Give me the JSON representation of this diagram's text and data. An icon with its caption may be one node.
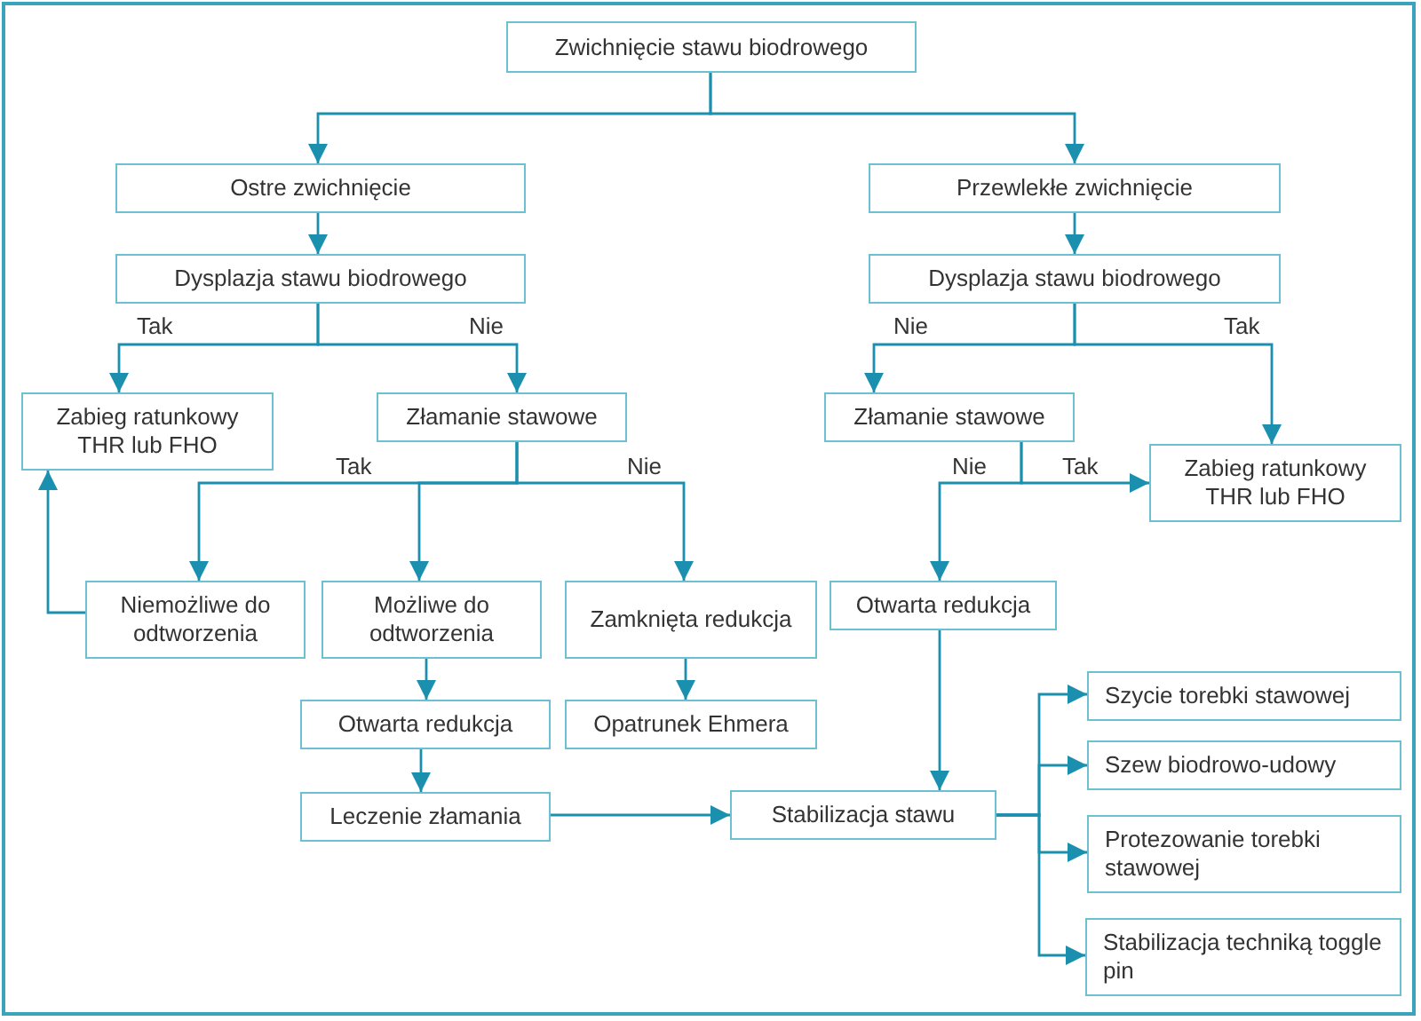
{
  "diagram": {
    "nodes": [
      {
        "text": [
          "Zwichnięcie stawu biodrowego"
        ]
      },
      {
        "text": [
          "Ostre zwichnięcie"
        ]
      },
      {
        "text": [
          "Przewlekłe zwichnięcie"
        ]
      },
      {
        "text": [
          "Dysplazja stawu biodrowego"
        ]
      },
      {
        "text": [
          "Dysplazja stawu biodrowego"
        ]
      },
      {
        "text": [
          "Zabieg ratunkowy THR lub FHO"
        ]
      },
      {
        "text": [
          "Złamanie stawowe"
        ]
      },
      {
        "text": [
          "Złamanie stawowe"
        ]
      },
      {
        "text": [
          "Zabieg ratunkowy THR lub FHO"
        ]
      },
      {
        "text": [
          "Niemożliwe do odtworzenia"
        ]
      },
      {
        "text": [
          "Możliwe do odtworzenia"
        ]
      },
      {
        "text": [
          "Zamknięta redukcja"
        ]
      },
      {
        "text": [
          "Otwarta redukcja"
        ]
      },
      {
        "text": [
          "Otwarta redukcja"
        ]
      },
      {
        "text": [
          "Opatrunek Ehmera"
        ]
      },
      {
        "text": [
          "Leczenie złamania"
        ]
      },
      {
        "text": [
          "Stabilizacja stawu"
        ]
      },
      {
        "text": [
          "Szycie torebki stawowej"
        ]
      },
      {
        "text": [
          "Szew biodrowo-udowy"
        ]
      },
      {
        "text": [
          "Protezowanie torebki stawowej"
        ]
      },
      {
        "text": [
          "Stabilizacja techniką toggle pin"
        ]
      }
    ],
    "edges": [
      {
        "from": 0,
        "to": 1,
        "arrow": "to"
      },
      {
        "from": 0,
        "to": 2,
        "arrow": "to"
      },
      {
        "from": 1,
        "to": 3,
        "arrow": "to"
      },
      {
        "from": 2,
        "to": 4,
        "arrow": "to"
      },
      {
        "from": 3,
        "to": 5,
        "arrow": "to",
        "label": "Tak"
      },
      {
        "from": 3,
        "to": 6,
        "arrow": "to",
        "label": "Nie"
      },
      {
        "from": 4,
        "to": 7,
        "arrow": "to",
        "label": "Nie"
      },
      {
        "from": 4,
        "to": 8,
        "arrow": "to",
        "label": "Tak"
      },
      {
        "from": 6,
        "to": 9,
        "arrow": "to",
        "label": "Tak"
      },
      {
        "from": 6,
        "to": 10,
        "arrow": "to"
      },
      {
        "from": 6,
        "to": 11,
        "arrow": "to",
        "label": "Nie"
      },
      {
        "from": 7,
        "to": 12,
        "arrow": "to",
        "label": "Nie"
      },
      {
        "from": 7,
        "to": 8,
        "arrow": "to",
        "label": "Tak"
      },
      {
        "from": 9,
        "to": 5,
        "arrow": "to"
      },
      {
        "from": 10,
        "to": 13,
        "arrow": "to"
      },
      {
        "from": 11,
        "to": 14,
        "arrow": "to"
      },
      {
        "from": 13,
        "to": 15,
        "arrow": "to"
      },
      {
        "from": 15,
        "to": 16,
        "arrow": "to"
      },
      {
        "from": 12,
        "to": 16,
        "arrow": "to"
      },
      {
        "from": 16,
        "to": 17,
        "arrow": "to"
      },
      {
        "from": 16,
        "to": 18,
        "arrow": "to"
      },
      {
        "from": 16,
        "to": 19,
        "arrow": "to"
      },
      {
        "from": 16,
        "to": 20,
        "arrow": "to"
      }
    ]
  }
}
